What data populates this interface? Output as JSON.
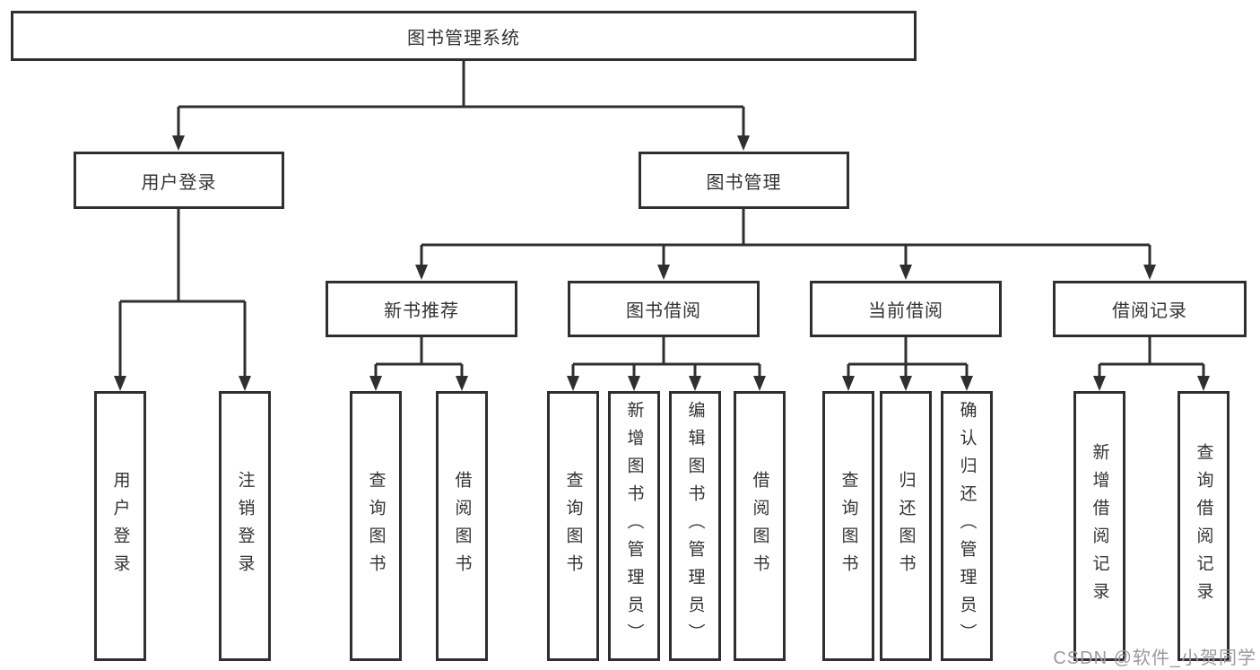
{
  "diagram": {
    "root": {
      "label": "图书管理系统"
    },
    "branches": [
      {
        "label": "用户登录",
        "leaves": [
          "用户登录",
          "注销登录"
        ]
      },
      {
        "label": "图书管理",
        "groups": [
          {
            "label": "新书推荐",
            "leaves": [
              "查询图书",
              "借阅图书"
            ]
          },
          {
            "label": "图书借阅",
            "leaves": [
              "查询图书",
              "新增图书（管理员）",
              "编辑图书（管理员）",
              "借阅图书"
            ]
          },
          {
            "label": "当前借阅",
            "leaves": [
              "查询图书",
              "归还图书",
              "确认归还（管理员）"
            ]
          },
          {
            "label": "借阅记录",
            "leaves": [
              "新增借阅记录",
              "查询借阅记录"
            ]
          }
        ]
      }
    ]
  },
  "watermark": {
    "text": "CSDN @软件_小贺同学"
  },
  "colors": {
    "line": "#2f2f2f",
    "border": "#2f2f2f",
    "text": "#333333",
    "watermark": "#9a9a9a",
    "background": "#ffffff"
  }
}
